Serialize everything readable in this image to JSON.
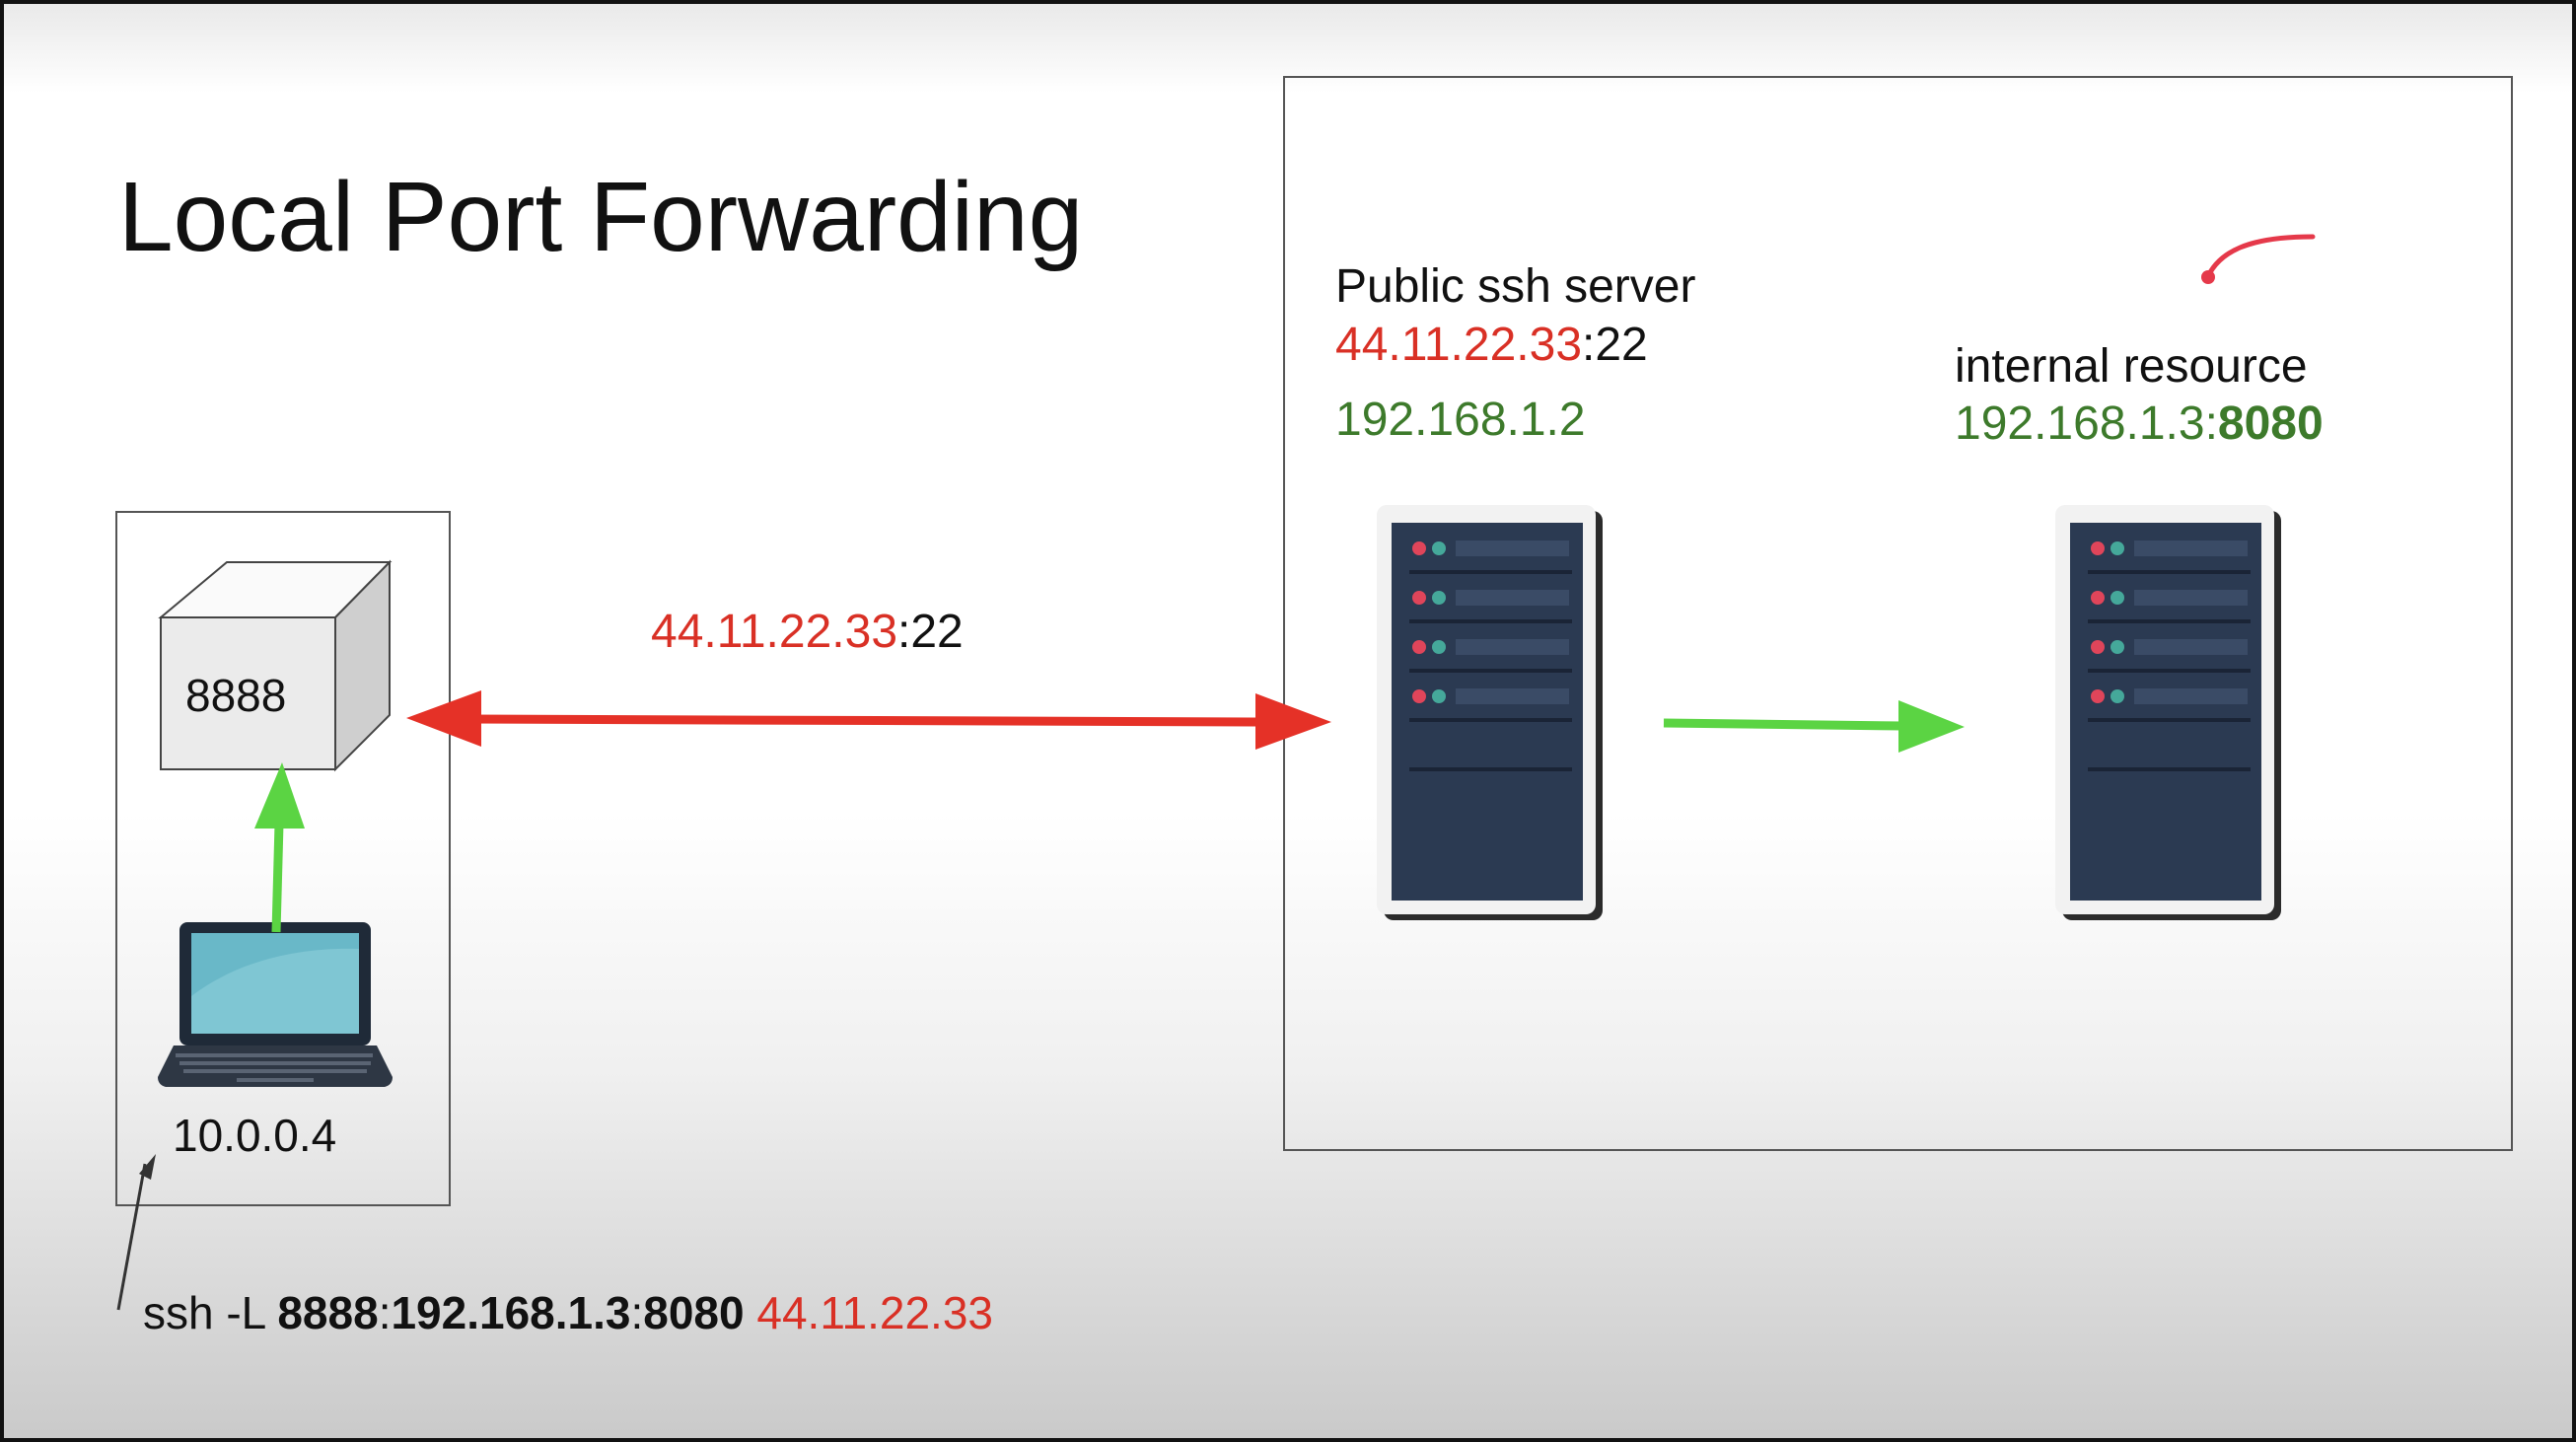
{
  "title": "Local Port Forwarding",
  "client": {
    "port_label": "8888",
    "ip": "10.0.0.4"
  },
  "tunnel": {
    "ip": "44.11.22.33",
    "port_suffix": ":22"
  },
  "ssh_server": {
    "name": "Public ssh server",
    "public_ip": "44.11.22.33",
    "public_port_suffix": ":22",
    "private_ip": "192.168.1.2"
  },
  "internal": {
    "name": "internal resource",
    "ip_prefix": "192.168.1.3:",
    "port": "8080"
  },
  "command": {
    "prefix": "ssh -L ",
    "local_port": "8888",
    "sep1": ":",
    "target_host": "192.168.1.3",
    "sep2": ":",
    "target_port": "8080",
    "space": " ",
    "server_ip": "44.11.22.33"
  },
  "colors": {
    "red": "#d93025",
    "green": "#5bd443",
    "label_green": "#3d7a2b",
    "rack": "#2b3a52"
  }
}
